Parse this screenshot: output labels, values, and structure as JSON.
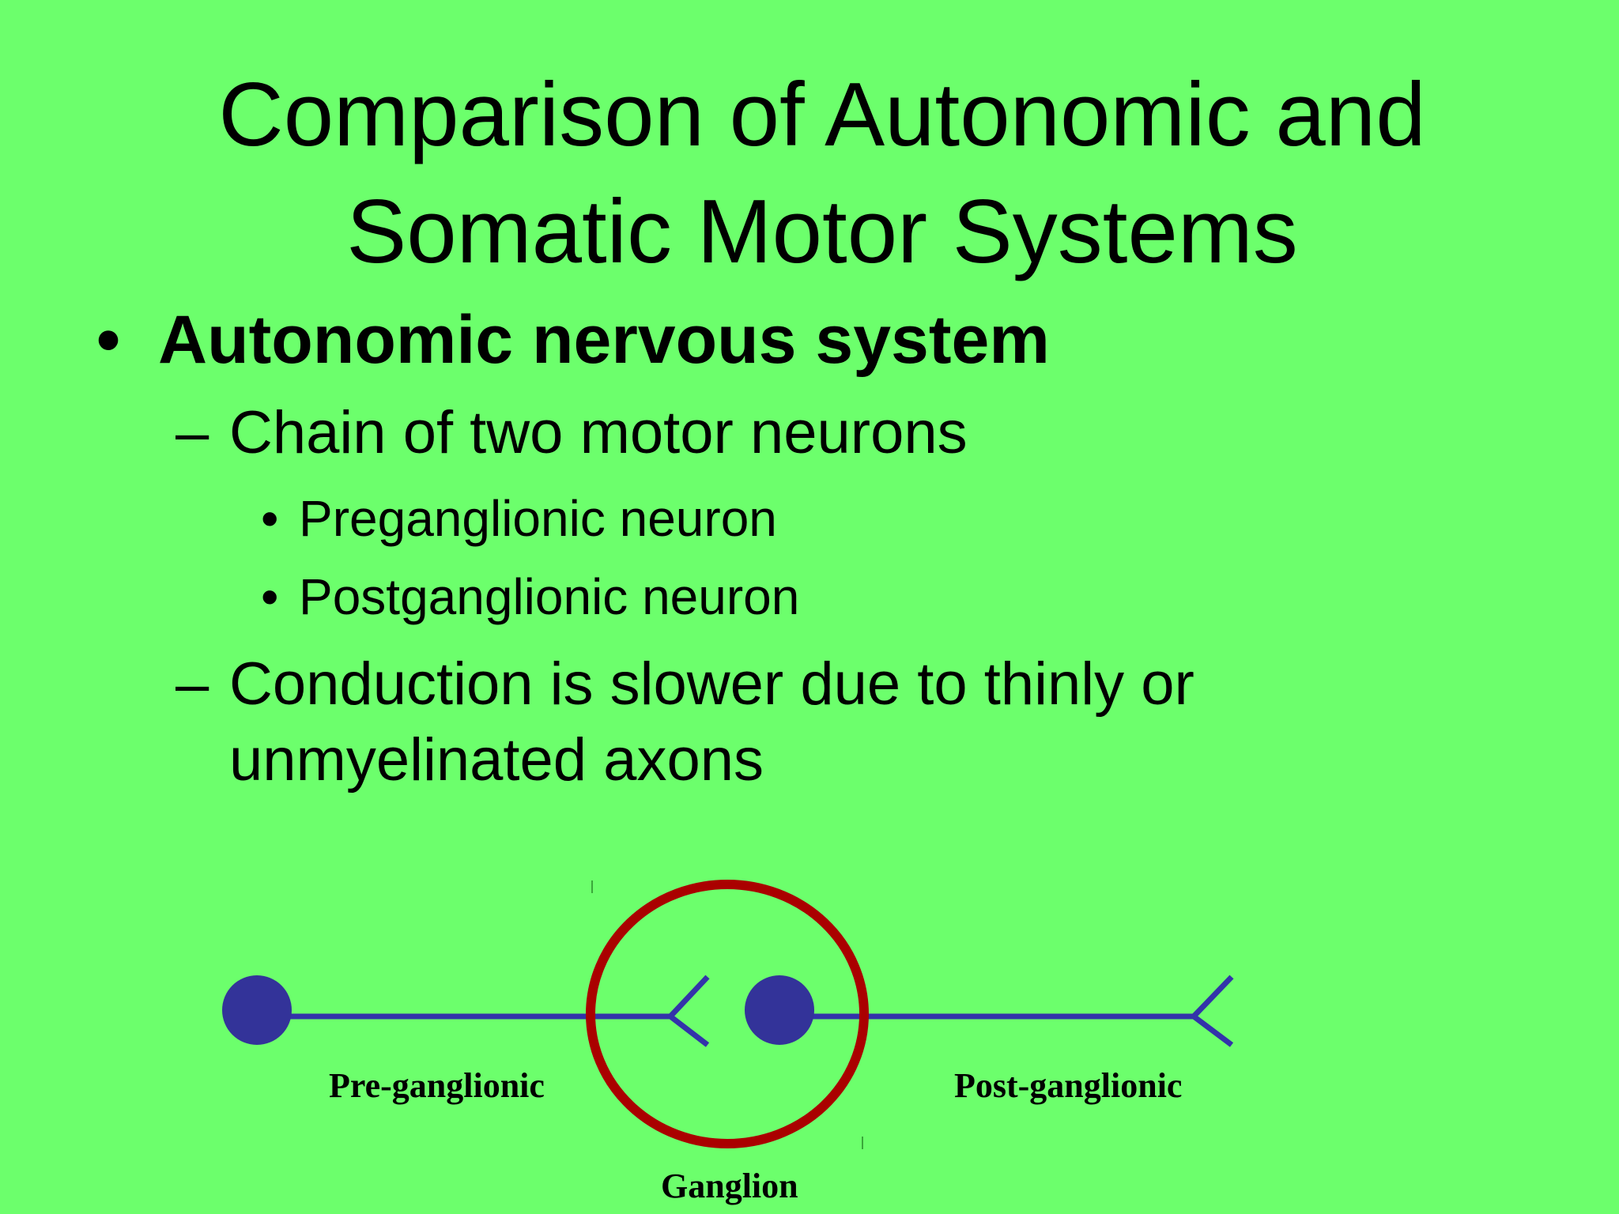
{
  "slide": {
    "title_line1": "Comparison of Autonomic and",
    "title_line2": "Somatic Motor Systems",
    "bullet_1": "Autonomic nervous system",
    "sub_1": "Chain of two motor neurons",
    "subsub_1": "Preganglionic neuron",
    "subsub_2": "Postganglionic neuron",
    "sub_2_line1": "Conduction is slower due to thinly or",
    "sub_2_line2": "unmyelinated axons",
    "bullet_symbol": "•",
    "dash_symbol": "–"
  },
  "diagram": {
    "label_pre": "Pre-ganglionic",
    "label_post": "Post-ganglionic",
    "label_ganglion": "Ganglion",
    "neuron_color": "#333399",
    "ganglion_color": "#aa0000",
    "axon_color": "#3333aa"
  }
}
